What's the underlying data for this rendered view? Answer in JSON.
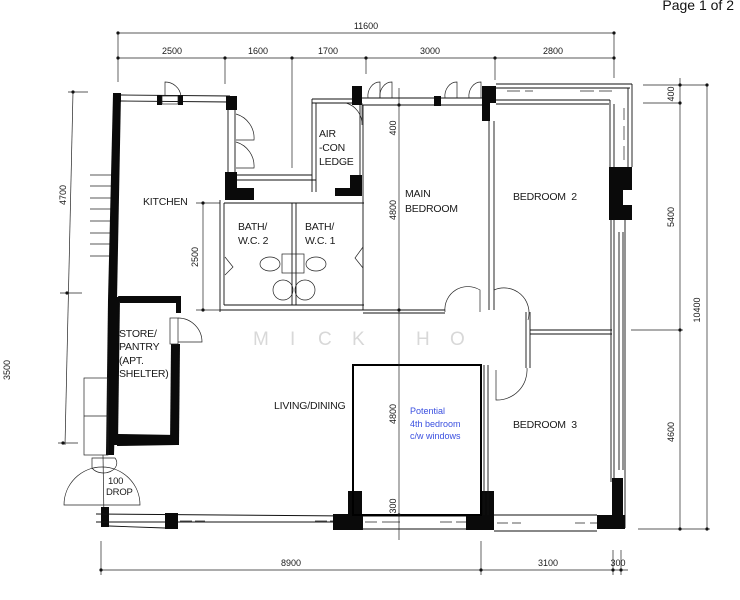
{
  "page": {
    "indicator": "Page 1 of 2"
  },
  "watermark": {
    "letters": [
      "M",
      "I",
      "C",
      "K",
      "H",
      "O"
    ]
  },
  "rooms": {
    "kitchen": "KITCHEN",
    "bath2_line1": "BATH/",
    "bath2_line2": "W.C. 2",
    "bath1_line1": "BATH/",
    "bath1_line2": "W.C. 1",
    "aircon_line1": "AIR",
    "aircon_line2": "-CON",
    "aircon_line3": "LEDGE",
    "main_line1": "MAIN",
    "main_line2": "BEDROOM",
    "bedroom2": "BEDROOM  2",
    "bedroom3": "BEDROOM  3",
    "store_line1": "STORE/",
    "store_line2": "PANTRY",
    "store_line3": "(APT.",
    "store_line4": "SHELTER)",
    "living": "LIVING/DINING",
    "drop_line1": "100",
    "drop_line2": "DROP"
  },
  "annotation": {
    "line1": "Potential",
    "line2": "4th bedroom",
    "line3": "c/w windows",
    "color": "#3b50e0"
  },
  "dimensions": {
    "top_total": "11600",
    "top_segments": [
      "2500",
      "1600",
      "1700",
      "3000",
      "2800"
    ],
    "left": [
      "4700",
      "3500"
    ],
    "kitchen_inner": "2500",
    "main_bedroom_top": "400",
    "main_bedroom_height": "4800",
    "potential_height": "4800",
    "potential_bottom": "300",
    "right_top": "400",
    "right_upper": "5400",
    "right_lower": "4600",
    "right_total": "10400",
    "bottom": [
      "8900",
      "3100",
      "300"
    ]
  }
}
